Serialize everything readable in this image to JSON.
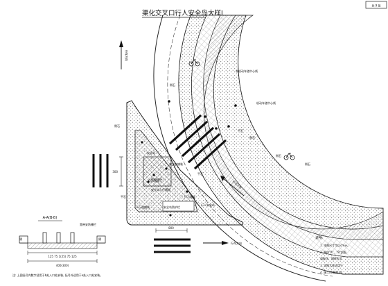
{
  "drawing": {
    "title": "渠化交叉口行人安全岛大样I",
    "sheet_no": "共 9 张"
  },
  "section": {
    "title": "A-A(B-B)",
    "label_top": "宽带安防栅栏",
    "dim_total": "400(300)",
    "dim_parts": "125  75 1(25) 75  125",
    "note": "注: 上图括号内数字适用于b处入口处安装, 括号外适用于a处入口处安装。",
    "mark_left": "隔",
    "mark_right": "隔"
  },
  "directions": {
    "traffic_vertical": "行车方向",
    "traffic_diagonal": "行车方向",
    "traffic_bottom": "行车方向"
  },
  "labels": {
    "bike_lane": "非机动车道中心线",
    "lane_center": "机动车道中心线",
    "curb_a": "侧石",
    "curb_b": "侧石",
    "curb_c": "侧石",
    "curb_d": "侧石",
    "curb_e": "侧石",
    "ramp_a": "平石",
    "ramp_b": "平石",
    "island_a": "安全岛",
    "island_b": "行人通道",
    "island_c": "安全岛人行横道",
    "island_d": "防护栏杆",
    "island_e": "安全岛防护栏",
    "island_f": "行人通道",
    "island_g": "人行道铺装",
    "island_h": "安全岛铺装",
    "island_i": "行人安全岛",
    "dim_left": "300",
    "dim_bottom": "800"
  },
  "notes": {
    "heading": "说明:",
    "items": [
      "1. 本图尺寸均以cm计。",
      "2. 图中\"A\"、\"B\"剖面",
      "   道板块、铺砖形式",
      "3. 本图大样适用于",
      "4. 施工时(图纸)应"
    ]
  }
}
